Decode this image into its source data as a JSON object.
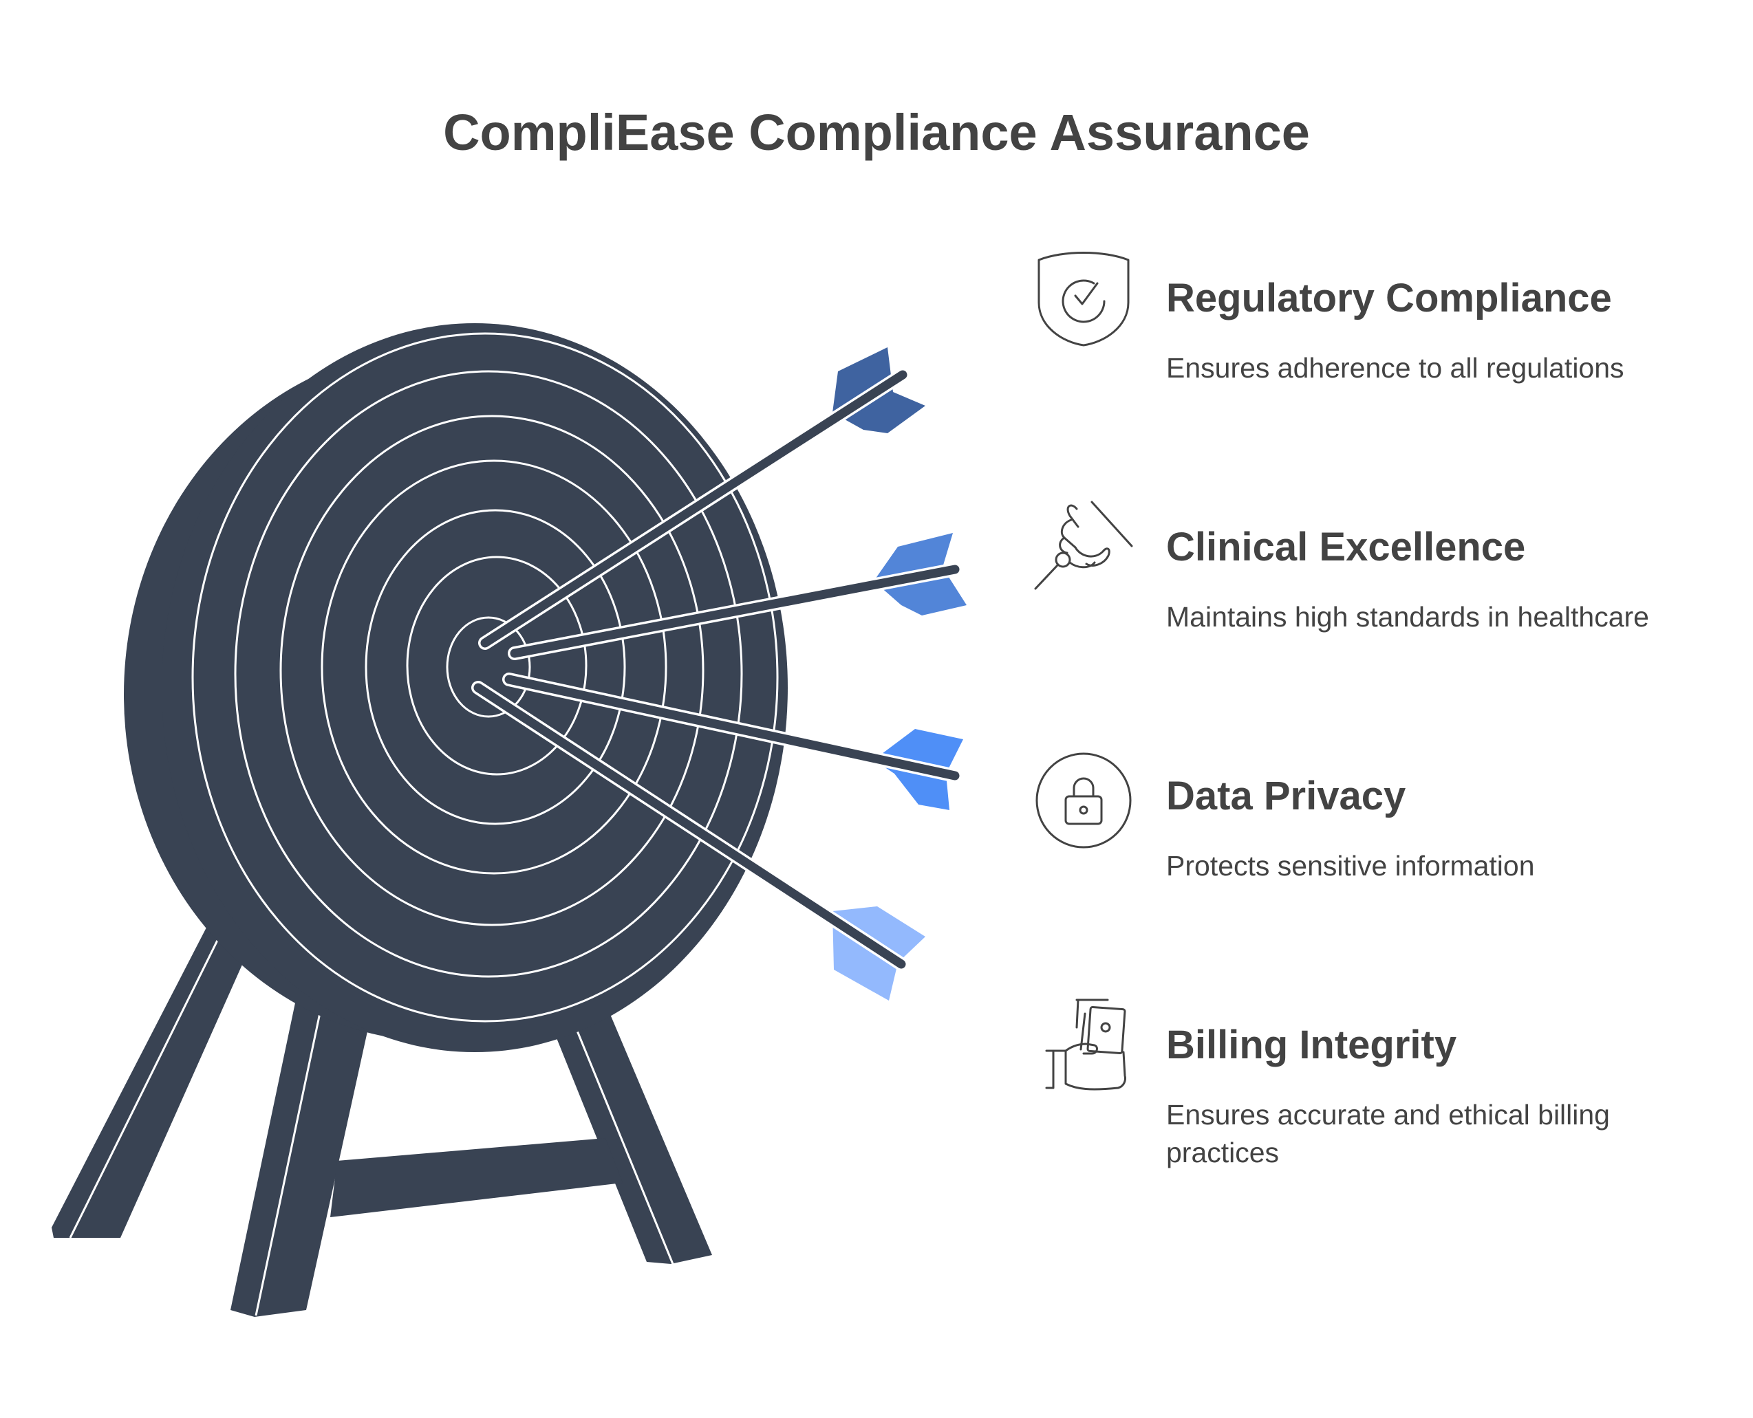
{
  "title": "CompliEase Compliance Assurance",
  "colors": {
    "target": "#394353",
    "ring_line": "#ffffff",
    "arrow_1": "#3f63a0",
    "arrow_2": "#5285d8",
    "arrow_3": "#4f8ff7",
    "arrow_4": "#93b9fd",
    "icon_stroke": "#434343"
  },
  "items": [
    {
      "icon": "shield-check-icon",
      "label": "Regulatory Compliance",
      "desc": "Ensures adherence to all regulations"
    },
    {
      "icon": "hand-pointer-icon",
      "label": "Clinical Excellence",
      "desc": "Maintains high standards in healthcare"
    },
    {
      "icon": "padlock-icon",
      "label": "Data Privacy",
      "desc": "Protects sensitive information"
    },
    {
      "icon": "hand-money-icon",
      "label": "Billing Integrity",
      "desc": "Ensures accurate and ethical billing practices"
    }
  ]
}
